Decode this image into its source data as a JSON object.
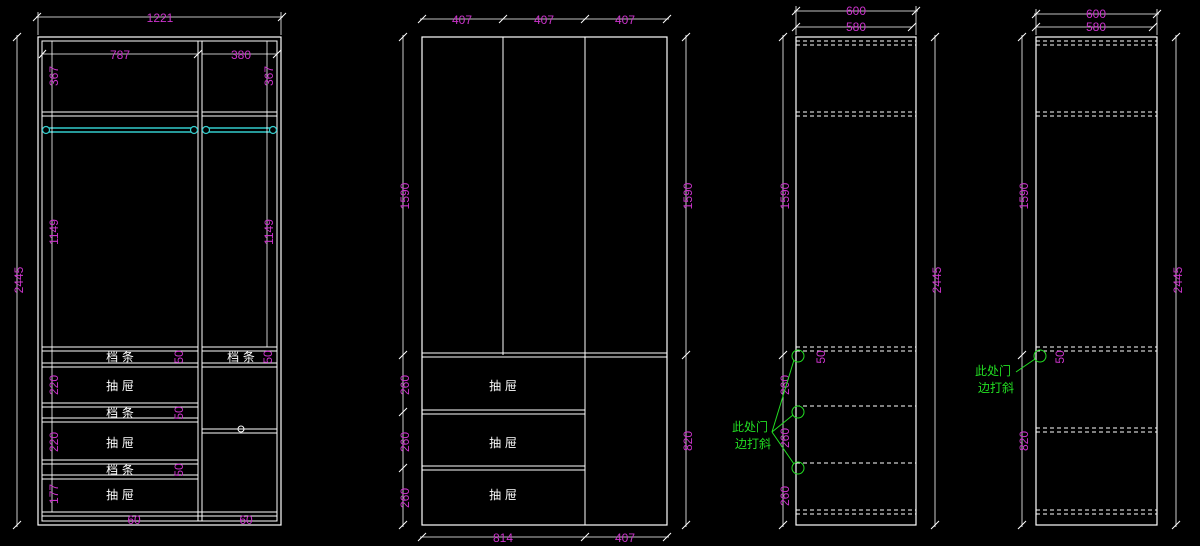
{
  "views": {
    "front_interior": {
      "dims": {
        "width_total": "1221",
        "width_left": "787",
        "width_right": "380",
        "height_total": "2445",
        "top_left": "367",
        "top_right": "367",
        "hang_left": "1149",
        "hang_right": "1149",
        "rail1": "50",
        "rail1_right": "50",
        "drawer1": "220",
        "rail2": "50",
        "drawer2": "220",
        "rail3": "50",
        "drawer3": "177",
        "base_left": "60",
        "base_right": "60"
      },
      "labels": {
        "rail1": "档 条",
        "rail1_right": "档 条",
        "drawer1": "抽 屉",
        "rail2": "档 条",
        "drawer2": "抽 屉",
        "rail3": "档 条",
        "drawer3": "抽 屉"
      }
    },
    "front_doors": {
      "dims": {
        "door1": "407",
        "door2": "407",
        "door3": "407",
        "height_left": "1590",
        "height_right": "1590",
        "drawer1": "260",
        "drawer2": "260",
        "drawer3": "260",
        "lower_right": "820",
        "bottom_left": "814",
        "bottom_right": "407"
      },
      "labels": {
        "drawer1": "抽 屉",
        "drawer2": "抽 屉",
        "drawer3": "抽 屉"
      }
    },
    "side_a": {
      "dims": {
        "depth_outer": "600",
        "depth_inner": "580",
        "upper": "1590",
        "total": "2445",
        "rail": "50",
        "d1": "260",
        "d2": "260",
        "d3": "260"
      },
      "note_line1": "此处门",
      "note_line2": "边打斜"
    },
    "side_b": {
      "dims": {
        "depth_outer": "600",
        "depth_inner": "580",
        "upper": "1590",
        "total": "2445",
        "rail": "50",
        "lower": "820"
      },
      "note_line1": "此处门",
      "note_line2": "边打斜"
    }
  }
}
